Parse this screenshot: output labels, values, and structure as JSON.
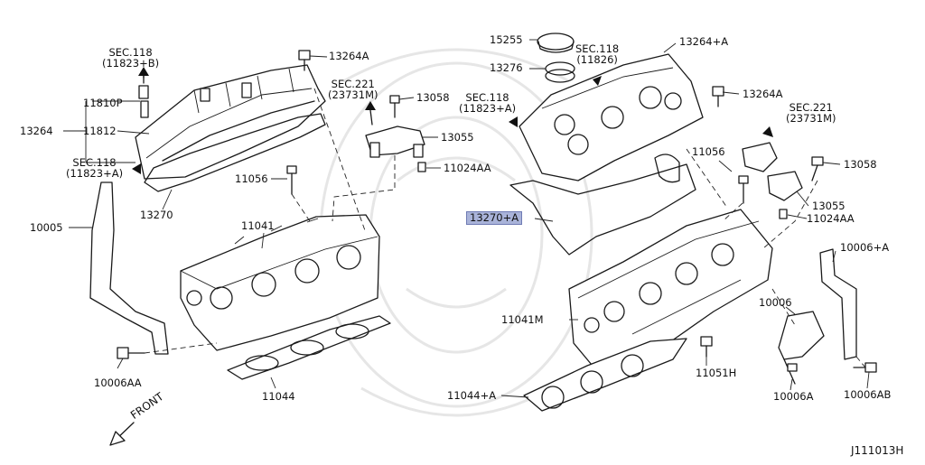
{
  "labels": {
    "sec118_b": [
      "SEC.118",
      "(11823+B)"
    ],
    "sec118_a_left": [
      "SEC.118",
      "(11823+A)"
    ],
    "sec221_left": [
      "SEC.221",
      "(23731M)"
    ],
    "sec118_11826": [
      "SEC.118",
      "(11826)"
    ],
    "sec118_a_right": [
      "SEC.118",
      "(11823+A)"
    ],
    "sec221_right": [
      "SEC.221",
      "(23731M)"
    ],
    "p13264A_top": "13264A",
    "p13058_left": "13058",
    "p11810P": "11810P",
    "p13264": "13264",
    "p11812": "11812",
    "p13055_left": "13055",
    "p11024AA_left": "11024AA",
    "p11056_left": "11056",
    "p13270": "13270",
    "p10005": "10005",
    "p11041": "11041",
    "p10006AA": "10006AA",
    "p11044": "11044",
    "front": "FRONT",
    "p15255": "15255",
    "p13276": "13276",
    "p13264_A": "13264+A",
    "p13264A_right": "13264A",
    "p11056_right": "11056",
    "p13058_right": "13058",
    "p13055_right": "13055",
    "p11024AA_right": "11024AA",
    "p13270_A": "13270+A",
    "p10006_A": "10006+A",
    "p10006": "10006",
    "p11041M": "11041M",
    "p11051H": "11051H",
    "p11044_A": "11044+A",
    "p10006A": "10006A",
    "p10006AB": "10006AB",
    "diagram_ref": "J111013H"
  },
  "highlight_color": "#a9b3d9"
}
